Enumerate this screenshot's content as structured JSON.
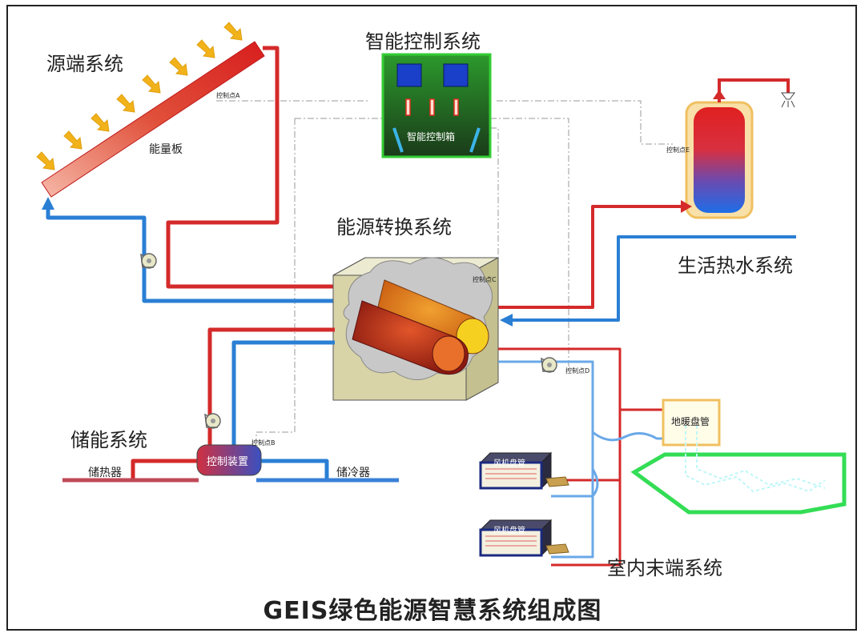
{
  "title": "GEIS绿色能源智慧系统组成图",
  "systems": {
    "source": "源端系统",
    "smart_control": "智能控制系统",
    "energy_conversion": "能源转换系统",
    "hot_water": "生活热水系统",
    "storage": "储能系统",
    "indoor_terminal": "室内末端系统"
  },
  "components": {
    "energy_panel": "能量板",
    "control_box": "智能控制箱",
    "control_device": "控制装置",
    "heat_storage": "储热器",
    "cold_storage": "储冷器",
    "floor_heating": "地暖盘管",
    "fan_coil_1": "风机盘管",
    "fan_coil_2": "风机盘管"
  },
  "control_points": {
    "a": "控制点A",
    "b": "控制点B",
    "c": "控制点C",
    "d": "控制点D",
    "e": "控制点E"
  },
  "colors": {
    "hot_pipe": "#d42a2a",
    "cold_pipe": "#2a7fd4",
    "control_box_green": "#2e8b2e",
    "floor_coil": "#33dd55"
  }
}
